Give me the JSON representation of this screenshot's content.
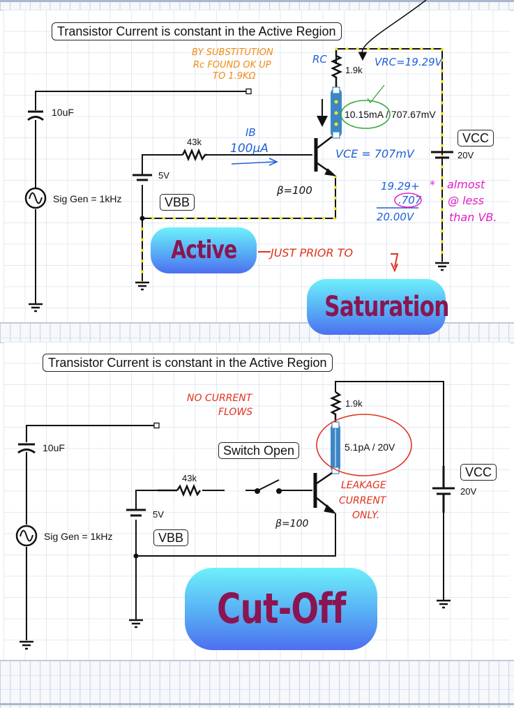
{
  "top_panel": {
    "title": "Transistor Current is constant in the Active Region",
    "components": {
      "capacitor": "10uF",
      "sig_gen": "Sig Gen = 1kHz",
      "base_resistor": "43k",
      "vbb_voltage": "5V",
      "vbb_label": "VBB",
      "collector_resistor": "1.9k",
      "probe_reading": "10.15mA / 707.67mV",
      "vcc_label": "VCC",
      "vcc_voltage": "20V"
    },
    "annotations": {
      "substitution_line1": "BY SUBSTITUTION",
      "substitution_line2": "Rc FOUND OK UP",
      "substitution_line3": "TO 1.9KΩ",
      "rc_label": "RC",
      "vrc": "VRC=19.29V",
      "ib_label": "IB",
      "ib_value": "100μA",
      "vce": "VCE = 707mV",
      "beta": "β=100",
      "sum_line1": "19.29+",
      "sum_line2": ".707",
      "sum_result": "20.00V",
      "note_star": "*",
      "note_line1": "almost",
      "note_line2": "@ less",
      "note_line3": "than VB.",
      "just_prior": "JUST PRIOR TO"
    },
    "region_active": "Active",
    "region_saturation": "Saturation"
  },
  "bottom_panel": {
    "title": "Transistor Current is constant in the Active Region",
    "components": {
      "capacitor": "10uF",
      "sig_gen": "Sig Gen = 1kHz",
      "base_resistor": "43k",
      "vbb_voltage": "5V",
      "vbb_label": "VBB",
      "switch_label": "Switch Open",
      "collector_resistor": "1.9k",
      "probe_reading": "5.1pA / 20V",
      "vcc_label": "VCC",
      "vcc_voltage": "20V"
    },
    "annotations": {
      "no_current_line1": "NO CURRENT",
      "no_current_line2": "FLOWS",
      "leakage_line1": "LEAKAGE",
      "leakage_line2": "CURRENT",
      "leakage_line3": "ONLY.",
      "beta": "β=100"
    },
    "region_cutoff": "Cut-Off"
  },
  "colors": {
    "wire": "#111111",
    "highlight_dots": "#f5e51a",
    "probe_blue": "#3d86c6",
    "ink_orange": "#f08a14",
    "ink_blue": "#1f5fd6",
    "ink_green": "#3aa83a",
    "ink_magenta": "#e01fc6",
    "ink_red": "#e0321e",
    "region_text": "#8a1552"
  }
}
